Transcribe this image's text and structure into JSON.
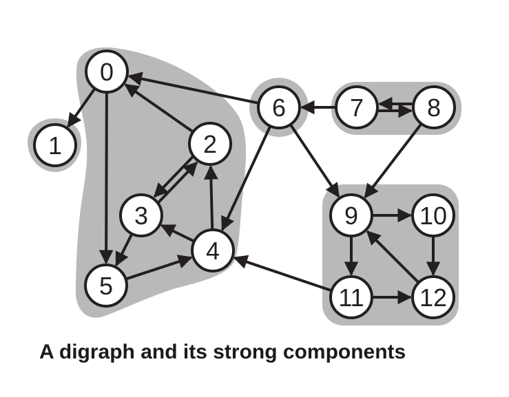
{
  "caption": "A digraph and its strong components",
  "colors": {
    "component_fill": "#b9b9b9",
    "edge": "#231f20",
    "node_fill": "#ffffff",
    "node_stroke": "#231f20",
    "text": "#231f20"
  },
  "vertices": [
    {
      "id": 0,
      "label": "0"
    },
    {
      "id": 1,
      "label": "1"
    },
    {
      "id": 2,
      "label": "2"
    },
    {
      "id": 3,
      "label": "3"
    },
    {
      "id": 4,
      "label": "4"
    },
    {
      "id": 5,
      "label": "5"
    },
    {
      "id": 6,
      "label": "6"
    },
    {
      "id": 7,
      "label": "7"
    },
    {
      "id": 8,
      "label": "8"
    },
    {
      "id": 9,
      "label": "9"
    },
    {
      "id": 10,
      "label": "10"
    },
    {
      "id": 11,
      "label": "11"
    },
    {
      "id": 12,
      "label": "12"
    }
  ],
  "edges": [
    [
      0,
      1
    ],
    [
      0,
      5
    ],
    [
      2,
      0
    ],
    [
      2,
      3
    ],
    [
      3,
      2
    ],
    [
      3,
      5
    ],
    [
      4,
      2
    ],
    [
      4,
      3
    ],
    [
      5,
      4
    ],
    [
      6,
      0
    ],
    [
      6,
      4
    ],
    [
      6,
      9
    ],
    [
      7,
      6
    ],
    [
      7,
      8
    ],
    [
      8,
      7
    ],
    [
      8,
      9
    ],
    [
      9,
      10
    ],
    [
      9,
      11
    ],
    [
      10,
      12
    ],
    [
      11,
      4
    ],
    [
      11,
      12
    ],
    [
      12,
      9
    ]
  ],
  "components": [
    {
      "name": "component-0-2-3-4-5",
      "members": [
        0,
        2,
        3,
        4,
        5
      ]
    },
    {
      "name": "component-1",
      "members": [
        1
      ]
    },
    {
      "name": "component-6",
      "members": [
        6
      ]
    },
    {
      "name": "component-7-8",
      "members": [
        7,
        8
      ]
    },
    {
      "name": "component-9-10-11-12",
      "members": [
        9,
        10,
        11,
        12
      ]
    }
  ]
}
